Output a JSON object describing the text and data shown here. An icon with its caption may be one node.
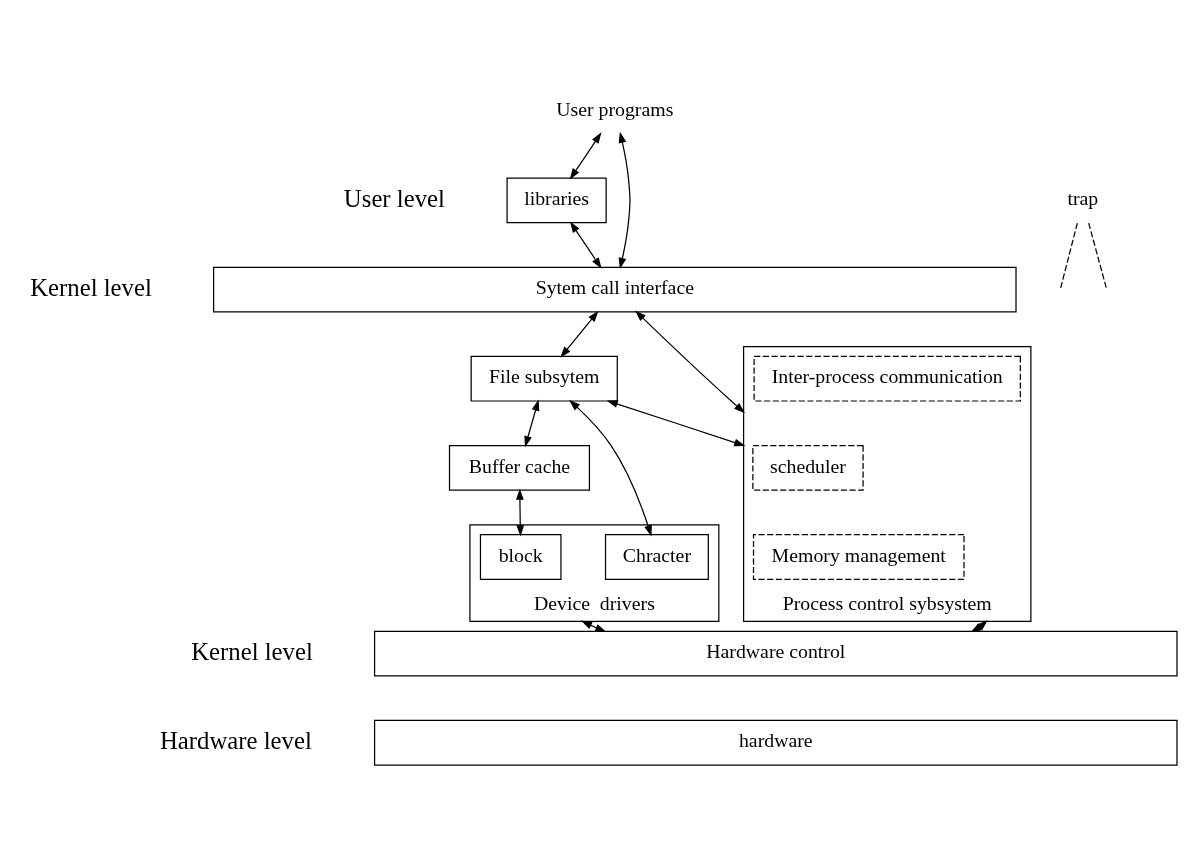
{
  "diagram": {
    "nodes": [
      {
        "text": [
          "User programs"
        ]
      },
      {
        "text": [
          "libraries"
        ]
      },
      {
        "text": [
          "trap"
        ]
      },
      {
        "text": [
          "Sytem call interface"
        ]
      },
      {
        "text": [
          "File subsytem"
        ]
      },
      {
        "text": [
          "Buffer cache"
        ]
      },
      {
        "text": [
          "Device  drivers"
        ]
      },
      {
        "text": [
          "Chracter"
        ],
        "in": 6
      },
      {
        "text": [
          "block"
        ],
        "in": 6
      },
      {
        "text": [
          "Process control sybsystem"
        ]
      },
      {
        "text": [
          "Inter-process communication"
        ],
        "in": 9
      },
      {
        "text": [
          "scheduler"
        ],
        "in": 9
      },
      {
        "text": [
          "Memory management"
        ],
        "in": 9
      },
      {
        "text": [
          "Hardware control"
        ]
      },
      {
        "text": [
          "hardware"
        ]
      }
    ],
    "edges": [
      {
        "from": 0,
        "to": 1,
        "arrow": "both"
      },
      {
        "from": 0,
        "to": 3,
        "arrow": "both"
      },
      {
        "from": 2,
        "to": null,
        "arrow": "none",
        "style": "dashed"
      },
      {
        "from": 2,
        "to": null,
        "arrow": "none",
        "style": "dashed"
      },
      {
        "from": 1,
        "to": 3,
        "arrow": "both"
      },
      {
        "from": 3,
        "to": 4,
        "arrow": "both"
      },
      {
        "from": 3,
        "to": 9,
        "arrow": "both"
      },
      {
        "from": 4,
        "to": 9,
        "arrow": "both"
      },
      {
        "from": 4,
        "to": 5,
        "arrow": "both"
      },
      {
        "from": 4,
        "to": 7,
        "arrow": "both"
      },
      {
        "from": 5,
        "to": 8,
        "arrow": "both"
      },
      {
        "from": 6,
        "to": 13,
        "arrow": "both"
      },
      {
        "from": 9,
        "to": 13,
        "arrow": "both"
      }
    ],
    "labels": [
      "User level",
      "Kernel level",
      "Kernel level",
      "Hardware level"
    ]
  }
}
